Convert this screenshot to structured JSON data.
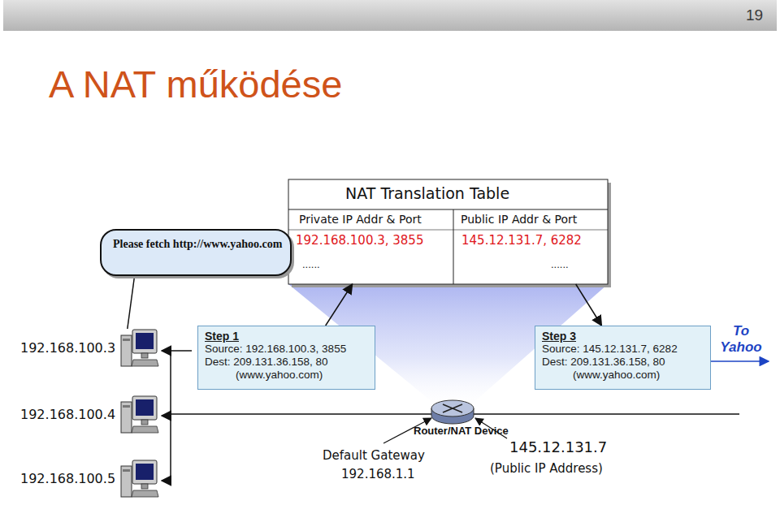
{
  "diagram": {
    "title": "A NAT működése",
    "nodes": [
      {
        "text": [
          "NAT Translation Table"
        ]
      },
      {
        "text": [
          "Please fetch http://www.yahoo.com"
        ]
      },
      {
        "text": [
          "Step 1",
          "Source: 192.168.100.3, 3855",
          "Dest: 209.131.36.158, 80",
          "(www.yahoo.com)"
        ]
      },
      {
        "text": [
          "Step 3",
          "Source: 145.12.131.7, 6282",
          "Dest: 209.131.36.158, 80",
          "(www.yahoo.com)"
        ]
      },
      {
        "text": [
          "Router/NAT Device"
        ]
      },
      {
        "text": [
          "192.168.100.3"
        ]
      },
      {
        "text": [
          "192.168.100.4"
        ]
      },
      {
        "text": [
          "192.168.100.5"
        ]
      }
    ],
    "edges": [
      {
        "from": 2,
        "to": 0,
        "arrow": "to"
      },
      {
        "from": 0,
        "to": 3,
        "arrow": "to"
      },
      {
        "from": 1,
        "to": 5,
        "arrow": "none"
      }
    ],
    "labels": [
      "19",
      "Private IP Addr & Port",
      "Public IP Addr & Port",
      "192.168.100.3, 3855",
      "145.12.131.7, 6282",
      "......",
      "......",
      "To Yahoo",
      "Default Gateway",
      "192.168.1.1",
      "145.12.131.7",
      "(Public IP Address)"
    ]
  }
}
